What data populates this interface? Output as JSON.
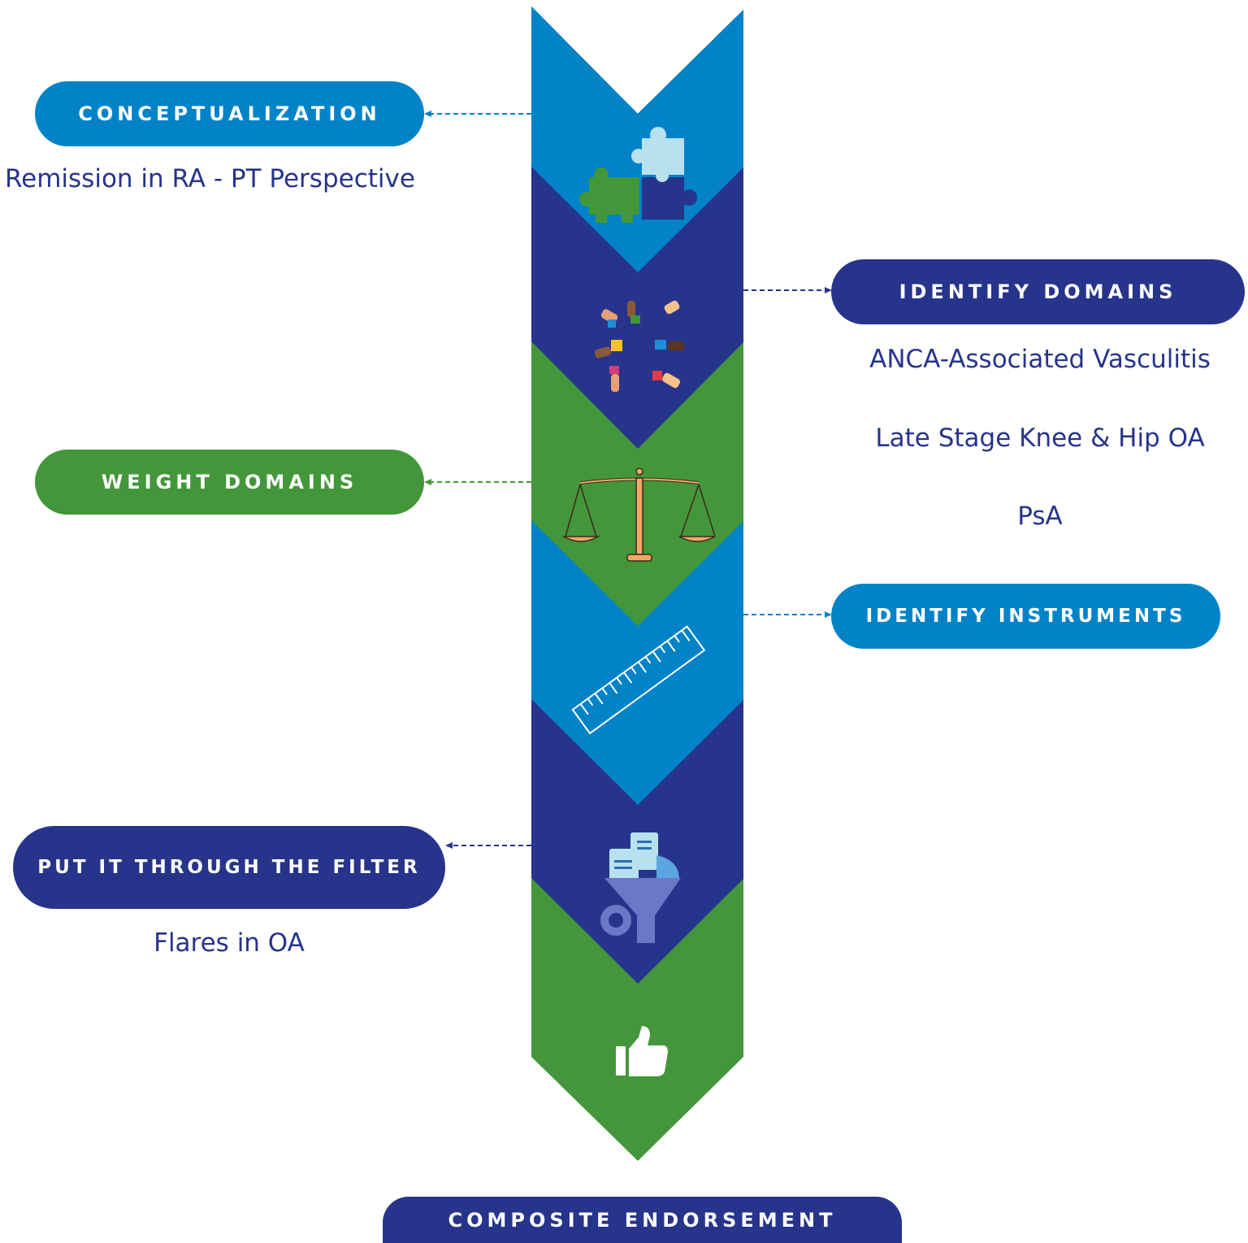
{
  "colors": {
    "light_blue": "#0283c8",
    "navy": "#27348b",
    "green": "#43973a",
    "text": "#27348b",
    "white": "#ffffff"
  },
  "steps": [
    {
      "label": "CONCEPTUALIZATION",
      "color": "#0283c8",
      "icon": "puzzle-pieces-icon",
      "examples": [
        "Remission in RA - PT Perspective"
      ]
    },
    {
      "label": "IDENTIFY DOMAINS",
      "color": "#27348b",
      "icon": "hands-puzzle-icon",
      "examples": [
        "ANCA-Associated Vasculitis",
        "Late Stage Knee & Hip OA",
        "PsA"
      ]
    },
    {
      "label": "WEIGHT DOMAINS",
      "color": "#43973a",
      "icon": "balance-scale-icon",
      "examples": []
    },
    {
      "label": "IDENTIFY INSTRUMENTS",
      "color": "#0283c8",
      "icon": "ruler-icon",
      "examples": []
    },
    {
      "label": "PUT IT THROUGH THE FILTER",
      "color": "#27348b",
      "icon": "document-filter-icon",
      "examples": [
        "Flares in OA"
      ]
    },
    {
      "label": "COMPOSITE ENDORSEMENT",
      "color": "#27348b",
      "icon": "thumbs-up-icon",
      "examples": []
    }
  ]
}
